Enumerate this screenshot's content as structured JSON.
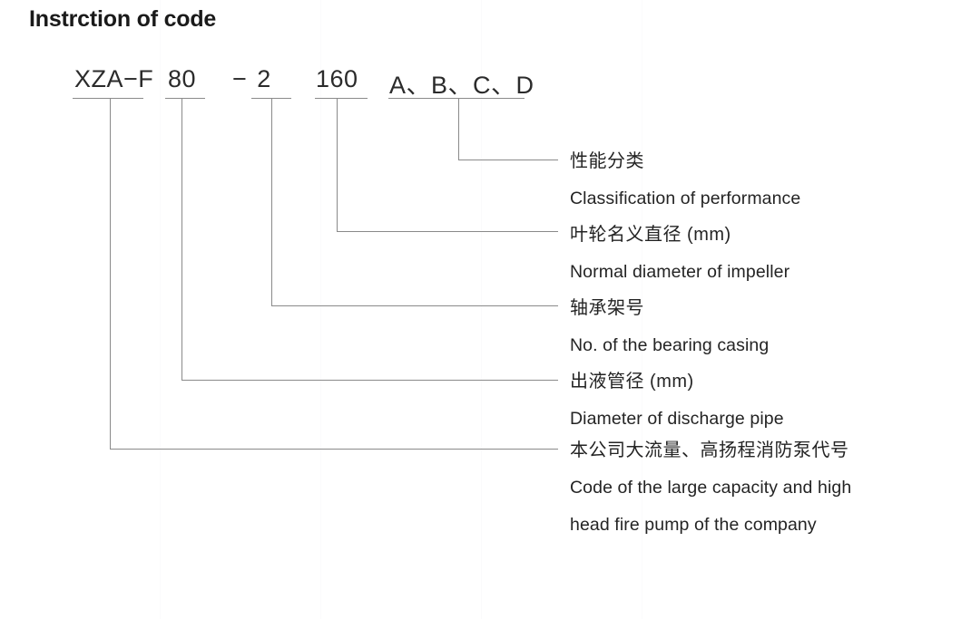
{
  "title": "Instrction of code",
  "code": {
    "segments": [
      {
        "id": "series",
        "text": "XZA−F",
        "prefix": ""
      },
      {
        "id": "discharge",
        "text": "80",
        "prefix": ""
      },
      {
        "id": "bearing",
        "text": "2",
        "prefix": "−"
      },
      {
        "id": "impeller",
        "text": "160",
        "prefix": ""
      },
      {
        "id": "grade",
        "text": "A、B、C、D",
        "prefix": ""
      }
    ]
  },
  "annotations": [
    {
      "id": "grade",
      "cn": "性能分类",
      "en": [
        "Classification of performance"
      ]
    },
    {
      "id": "impeller",
      "cn": "叶轮名义直径 (mm)",
      "en": [
        "Normal diameter of impeller"
      ]
    },
    {
      "id": "bearing",
      "cn": "轴承架号",
      "en": [
        "No.  of the bearing casing"
      ]
    },
    {
      "id": "discharge",
      "cn": "出液管径 (mm)",
      "en": [
        "Diameter of discharge pipe"
      ]
    },
    {
      "id": "series",
      "cn": "本公司大流量、高扬程消防泵代号",
      "en": [
        "Code of the large capacity and high",
        "head fire pump of the company"
      ]
    }
  ],
  "colors": {
    "background": "#ffffff",
    "text": "#242424",
    "title": "#1a1a1a",
    "line": "#8a8a8a"
  }
}
